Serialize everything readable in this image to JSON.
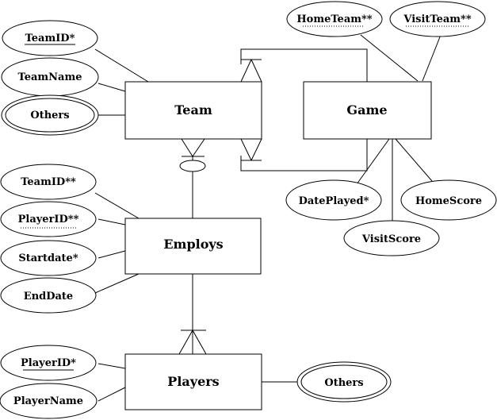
{
  "entities": {
    "team": "Team",
    "game": "Game",
    "employs": "Employs",
    "players": "Players"
  },
  "attributes": {
    "team_id": "TeamID*",
    "team_name": "TeamName",
    "team_others": "Others",
    "home_team": "HomeTeam**",
    "visit_team": "VisitTeam**",
    "date_played": "DatePlayed*",
    "home_score": "HomeScore",
    "visit_score": "VisitScore",
    "employs_team_id": "TeamID**",
    "employs_player_id": "PlayerID**",
    "start_date": "Startdate*",
    "end_date": "EndDate",
    "player_id": "PlayerID*",
    "player_name": "PlayerName",
    "player_others": "Others"
  }
}
